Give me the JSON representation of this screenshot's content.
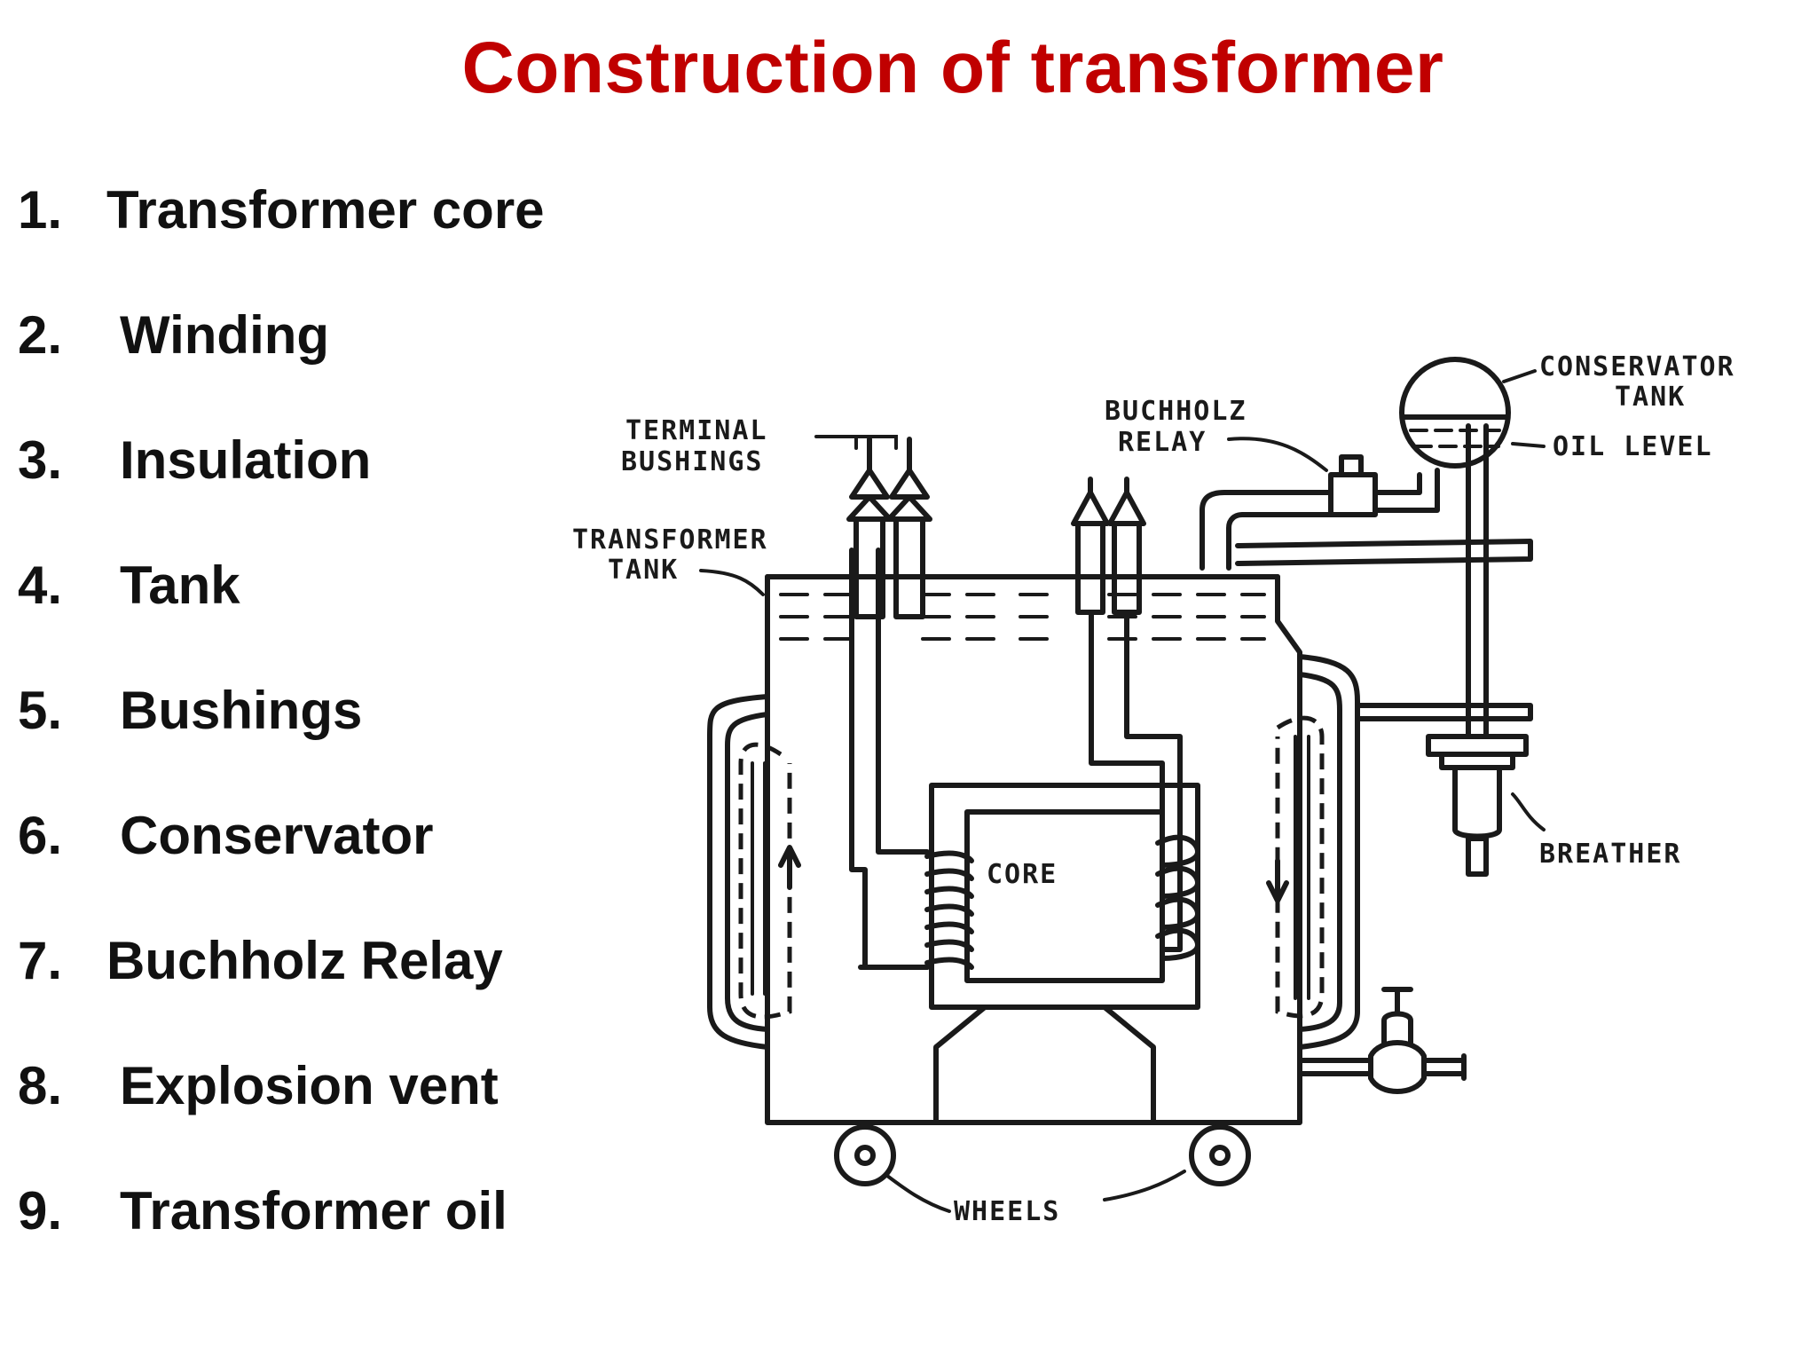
{
  "title": "Construction of transformer",
  "items": [
    {
      "num": "1.",
      "label": "Transformer core"
    },
    {
      "num": "2.",
      "label": "Winding"
    },
    {
      "num": "3.",
      "label": "Insulation"
    },
    {
      "num": "4.",
      "label": "Tank"
    },
    {
      "num": "5.",
      "label": "Bushings"
    },
    {
      "num": "6.",
      "label": "Conservator"
    },
    {
      "num": "7.",
      "label": "Buchholz Relay"
    },
    {
      "num": "8.",
      "label": "Explosion vent"
    },
    {
      "num": "9.",
      "label": "Transformer oil"
    }
  ],
  "diagram": {
    "terminal_bushings": [
      "TERMINAL",
      "BUSHINGS"
    ],
    "transformer_tank": [
      "TRANSFORMER",
      "TANK"
    ],
    "buchholz_relay": [
      "BUCHHOLZ",
      "RELAY"
    ],
    "conservator_tank": [
      "CONSERVATOR",
      "TANK"
    ],
    "oil_level": "OIL LEVEL",
    "core": "CORE",
    "breather": "BREATHER",
    "wheels": "WHEELS"
  }
}
